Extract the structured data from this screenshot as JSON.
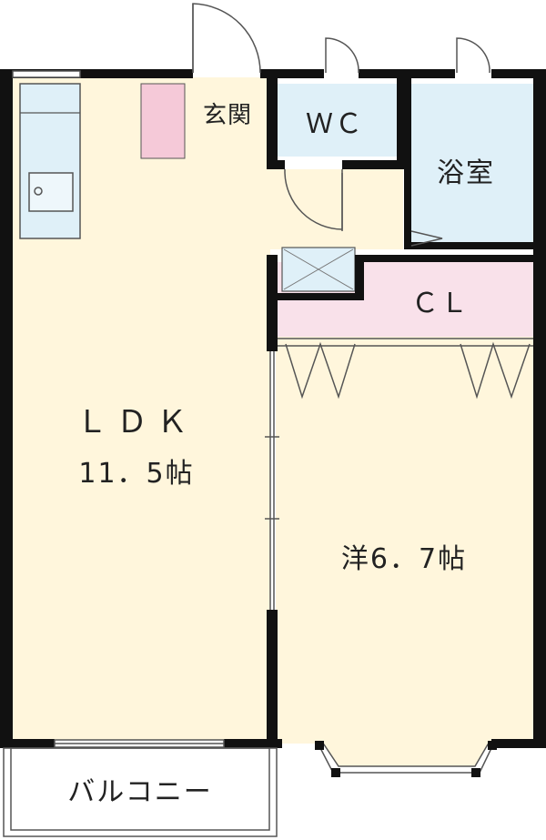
{
  "plan": {
    "rooms": {
      "ldk": {
        "name": "ＬＤＫ",
        "size": "11．5帖"
      },
      "western": {
        "label": "洋6．7帖"
      },
      "entrance": {
        "label": "玄関"
      },
      "wc": {
        "label": "ＷＣ"
      },
      "bath": {
        "label": "浴室"
      },
      "closet": {
        "label": "ＣＬ"
      },
      "balcony": {
        "label": "バルコニー"
      }
    },
    "colors": {
      "wall": "#111111",
      "floor": "#fff6dc",
      "wet_area": "#dff0f8",
      "closet": "#f9e1ea",
      "shoe_box": "#f5c9d8",
      "line": "#555555"
    }
  }
}
